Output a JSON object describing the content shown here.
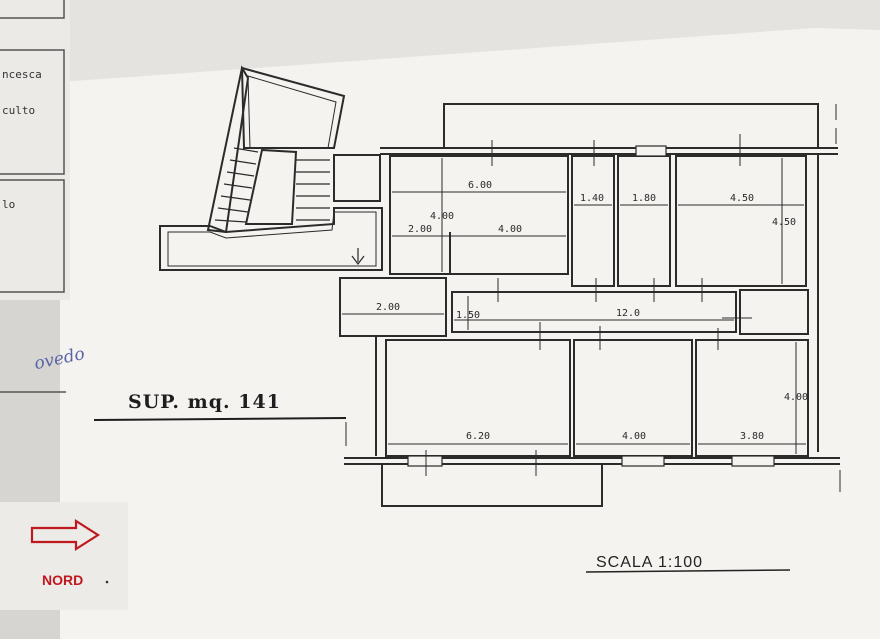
{
  "side_panel": {
    "line1": "ncesca",
    "line2": "culto",
    "line3": "lo",
    "handwritten": "ovedo"
  },
  "surface": {
    "label": "SUP. mq. 141"
  },
  "scale": {
    "label": "SCALA  1:100"
  },
  "compass": {
    "label": "NORD"
  },
  "dimensions": {
    "d600": "6.00",
    "d140": "1.40",
    "d180": "1.80",
    "d450": "4.50",
    "d450v": "4.50",
    "d400v": "4.00",
    "d200": "2.00",
    "d400": "4.00",
    "d200b": "2.00",
    "d150": "1.50",
    "d120": "12.0",
    "d620": "6.20",
    "d400b": "4.00",
    "d380": "3.80",
    "d400r": "4.00"
  },
  "colors": {
    "paper": "#f4f3ef",
    "ink": "#2b2b2b",
    "compass_arrow": "#c0181f"
  }
}
